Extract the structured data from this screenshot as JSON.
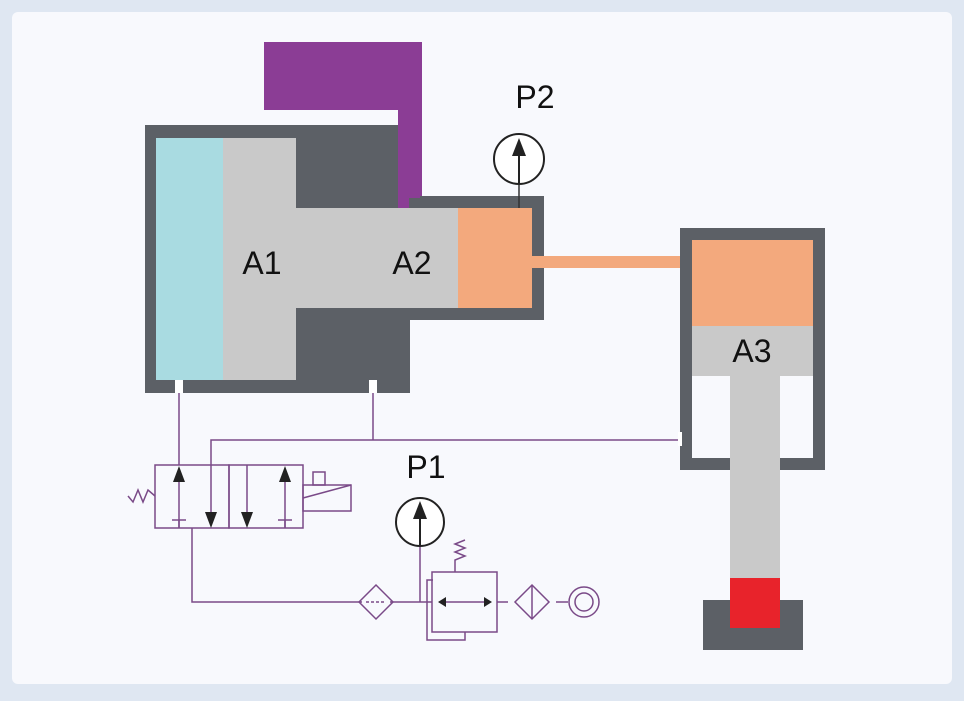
{
  "diagram": {
    "labels": {
      "a1": "A1",
      "a2": "A2",
      "a3": "A3",
      "p1": "P1",
      "p2": "P2"
    },
    "colors": {
      "background": "#dfe7f2",
      "panel": "#f8f9fd",
      "housing": "#5c6066",
      "piston": "#c9c9c9",
      "oil": "#f3a97d",
      "water": "#a9dbe1",
      "hopper": "#8b3d95",
      "tool": "#e8232b",
      "pipe": "#7a4a88"
    }
  }
}
